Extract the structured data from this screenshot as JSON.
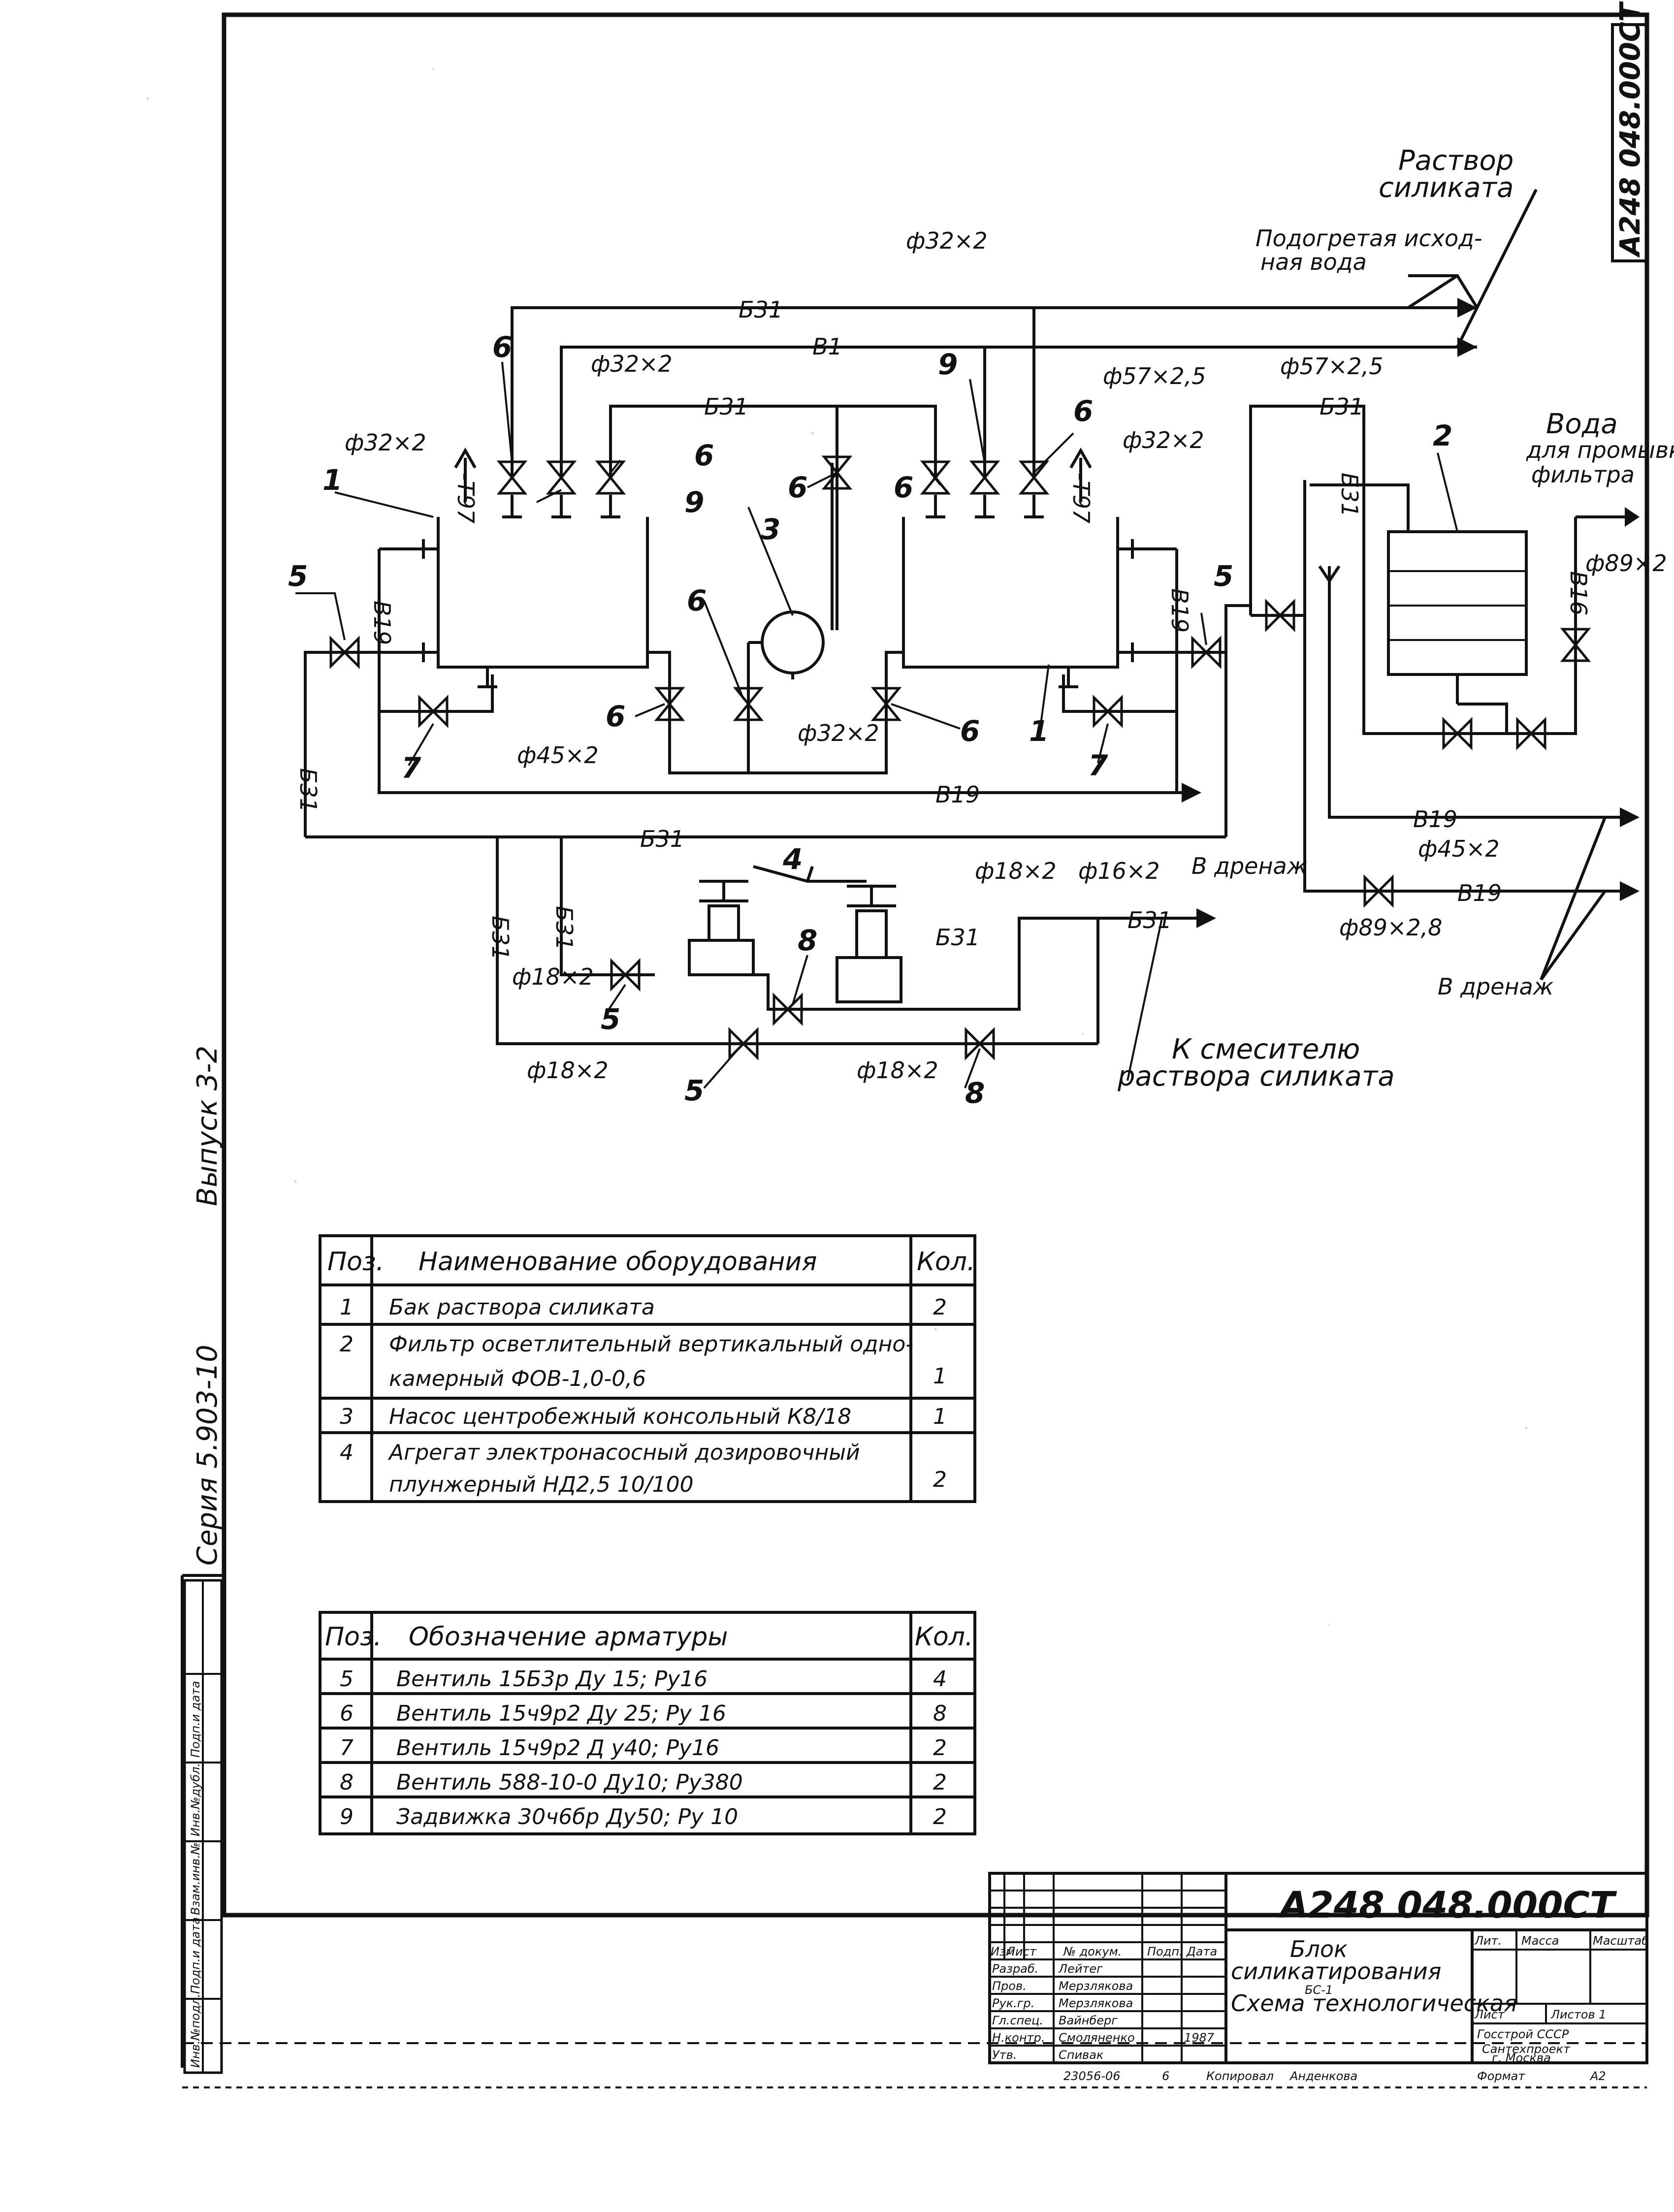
{
  "sheet_tag": "A248 048.000СТ",
  "margin_series": {
    "series": "Серия 5.903-10",
    "issue": "Выпуск 3-2"
  },
  "margin_stamp": [
    "Инв.№подл.",
    "Подп.и дата",
    "Взам.инв.№",
    "Инв.№дубл.",
    "Подп.и дата"
  ],
  "diagram": {
    "labels": {
      "silicate_solution": [
        "Раствор",
        "силиката"
      ],
      "heated_water": [
        "Подогретая исход-",
        "ная вода"
      ],
      "wash_water": [
        "Вода",
        "для промывки",
        "фильтра"
      ],
      "to_mixer": [
        "К смесителю",
        "раствора силиката"
      ],
      "drain_1": "В дренаж",
      "drain_2": "В дренаж"
    },
    "pipe_tags": {
      "b31_top": "Б31",
      "b1": "В1",
      "b31_mid": "Б31",
      "b31_right": "Б31",
      "b31_vert": "Б31",
      "b19_a": "В19",
      "b19_left": "В19",
      "b19_right": "В19",
      "b31_left": "Б31",
      "b31_lower": "Б31",
      "b31_pump": "Б31",
      "b31_pump2": "Б31",
      "b31_out": "Б31",
      "t97_a": "-Т97",
      "t97_b": "-Т97",
      "b19_r2": "В19",
      "b19_r3": "В19",
      "b16": "В16"
    },
    "dims": {
      "d32_top": "ф32×2",
      "d32_mid": "ф32×2",
      "d57_a": "ф57×2,5",
      "d57_b": "ф57×2,5",
      "d32_left": "ф32×2",
      "d32_right": "ф32×2",
      "d45": "ф45×2",
      "d32_c": "ф32×2",
      "d18_a": "ф18×2",
      "d16": "ф16×2",
      "d18_b": "ф18×2",
      "d18_c": "ф18×2",
      "d18_d": "ф18×2",
      "d45_r": "ф45×2",
      "d89_r": "ф89×2,8",
      "d89_w": "ф89×2"
    },
    "positions": [
      "1",
      "1",
      "2",
      "3",
      "4",
      "5",
      "5",
      "5",
      "5",
      "6",
      "6",
      "6",
      "6",
      "6",
      "6",
      "6",
      "6",
      "7",
      "7",
      "8",
      "8",
      "9",
      "9"
    ]
  },
  "equipment_table": {
    "headers": [
      "Поз.",
      "Наименование оборудования",
      "Кол."
    ],
    "rows": [
      {
        "pos": "1",
        "name": "Бак раствора силиката",
        "name2": "",
        "qty": "2"
      },
      {
        "pos": "2",
        "name": "Фильтр осветлительный вертикальный одно-",
        "name2": "камерный ФОВ-1,0-0,6",
        "qty": "1"
      },
      {
        "pos": "3",
        "name": "Насос центробежный консольный К8/18",
        "name2": "",
        "qty": "1"
      },
      {
        "pos": "4",
        "name": "Агрегат электронасосный дозировочный",
        "name2": "плунжерный НД2,5 10/100",
        "qty": "2"
      }
    ]
  },
  "fittings_table": {
    "headers": [
      "Поз.",
      "Обозначение арматуры",
      "Кол."
    ],
    "rows": [
      {
        "pos": "5",
        "name": "Вентиль 15Б3р Ду 15; Ру16",
        "qty": "4"
      },
      {
        "pos": "6",
        "name": "Вентиль 15ч9р2 Ду 25; Ру 16",
        "qty": "8"
      },
      {
        "pos": "7",
        "name": "Вентиль 15ч9р2 Д у40; Ру16",
        "qty": "2"
      },
      {
        "pos": "8",
        "name": "Вентиль 588-10-0 Ду10; Ру380",
        "qty": "2"
      },
      {
        "pos": "9",
        "name": "Задвижка 30ч6бр Ду50; Ру 10",
        "qty": "2"
      }
    ]
  },
  "title_block": {
    "code": "А248 048.000СТ",
    "title_lines": [
      "Блок",
      "силикатирования",
      "БС-1",
      "Схема технологическая"
    ],
    "col_headers": [
      "Изм",
      "Лист",
      "№ докум.",
      "Подп.",
      "Дата"
    ],
    "roles": [
      {
        "role": "Разраб.",
        "name": "Лейтег"
      },
      {
        "role": "Пров.",
        "name": "Мерзлякова"
      },
      {
        "role": "Рук.гр.",
        "name": "Мерзлякова"
      },
      {
        "role": "Гл.спец.",
        "name": "Вайнберг"
      },
      {
        "role": "Н.контр.",
        "name": "Смоляненко"
      },
      {
        "role": "Утв.",
        "name": "Спивак"
      }
    ],
    "lit_headers": [
      "Лит.",
      "Масса",
      "Масштаб"
    ],
    "sheet": "Лист",
    "sheets": "Листов 1",
    "org": [
      "Госстрой СССР",
      "Сантехпроект",
      "г. Москва"
    ],
    "date": "1987"
  },
  "footer": {
    "inv": "23056-06",
    "sheet_no": "6",
    "copied": "Копировал",
    "copier": "Анденкова",
    "format_label": "Формат",
    "format_value": "А2"
  }
}
